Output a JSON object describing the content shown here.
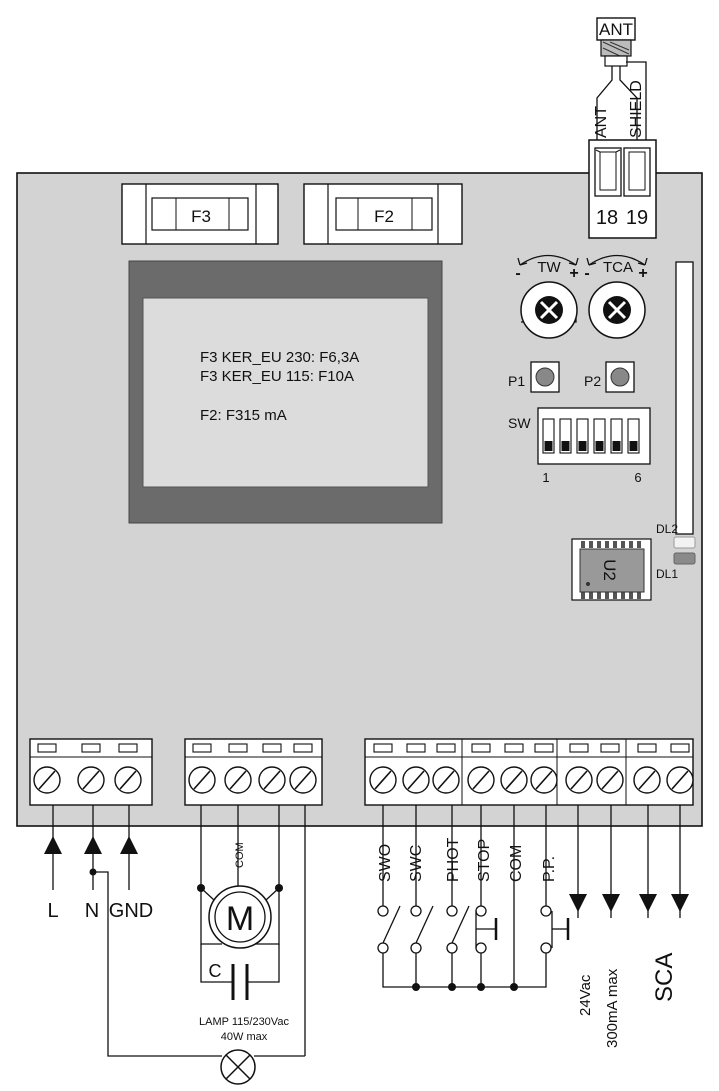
{
  "antenna": {
    "top_label": "ANT",
    "left_wire_label": "ANT",
    "right_wire_label": "SHIELD",
    "term_a": "18",
    "term_b": "19"
  },
  "fuses": {
    "f3": "F3",
    "f2": "F2"
  },
  "info_panel": {
    "line1": "F3 KER_EU 230: F6,3A",
    "line2": "F3 KER_EU 115: F10A",
    "line3": "F2: F315 mA"
  },
  "trimmers": {
    "tw": "TW",
    "tca": "TCA",
    "minus": "-",
    "plus": "+"
  },
  "buttons": {
    "p1": "P1",
    "p2": "P2"
  },
  "dip_switch": {
    "label": "SW",
    "first": "1",
    "last": "6"
  },
  "leds": {
    "dl1": "DL1",
    "dl2": "DL2"
  },
  "chip": {
    "label": "U2"
  },
  "power": {
    "l": "L",
    "n": "N",
    "gnd": "GND"
  },
  "motor": {
    "com": "COM",
    "m": "M",
    "c": "C",
    "lamp_line1": "LAMP 115/230Vac",
    "lamp_line2": "40W max"
  },
  "inputs": {
    "swo": "SWO",
    "swc": "SWC",
    "phot": "PHOT",
    "stop": "STOP",
    "com": "COM",
    "pp": "P.P."
  },
  "outputs": {
    "v24": "24Vac",
    "ma": "300mA max",
    "sca": "SCA"
  }
}
